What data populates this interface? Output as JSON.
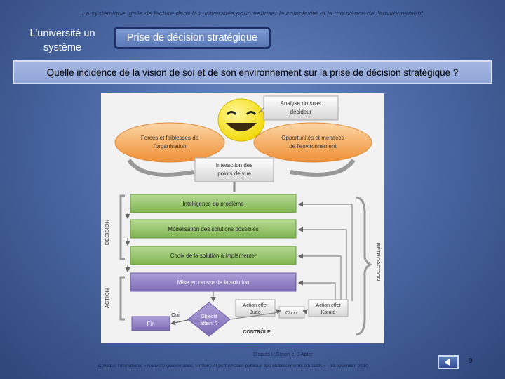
{
  "header": {
    "caption": "La systémique, grille de lecture dans les universités pour maîtriser la complexité et la mouvance de l'environnement"
  },
  "left_label": {
    "line1": "L'université un",
    "line2": "système"
  },
  "decision_button": {
    "label": "Prise de décision stratégique"
  },
  "question": "Quelle incidence de la vision de soi et de son environnement sur la prise de décision stratégique ?",
  "diagram": {
    "analyse": {
      "line1": "Analyse du sujet",
      "line2": "décideur"
    },
    "forces": {
      "line1": "Forces et faiblesses de",
      "line2": "l'organisation"
    },
    "opportunites": {
      "line1": "Opportunités et menaces",
      "line2": "de l'environnement"
    },
    "interaction": {
      "line1": "Interaction des",
      "line2": "points de vue"
    },
    "steps": [
      "Intelligence du problème",
      "Modélisation des solutions possibles",
      "Choix de la solution à implémenter",
      "Mise en œuvre de la solution"
    ],
    "side_decision": "DÉCISION",
    "side_action": "ACTION",
    "side_retroaction": "RÉTROACTION",
    "fin": "Fin",
    "oui": "Oui",
    "objectif": {
      "line1": "Objectif",
      "line2": "atteint ?"
    },
    "controle": "CONTRÔLE",
    "action_effet_judo": {
      "line1": "Action effet",
      "line2": "Judo"
    },
    "choix": "Choix",
    "action_effet_karate": {
      "line1": "Action effet",
      "line2": "Karaté"
    }
  },
  "credit": "D'après H.Simon et J.Apter",
  "footer": "Colloque international « Nouvelle gouvernance, territoire et performance publique des établissements éducatifs » - 19 novembre 2010",
  "nav": {
    "icon": "back-arrow-icon"
  },
  "page_number": "9",
  "colors": {
    "green_step": "#8bbf5e",
    "purple_step": "#8a78be",
    "orange_oval": "#f2a04e",
    "smiley": "#f7e200"
  }
}
